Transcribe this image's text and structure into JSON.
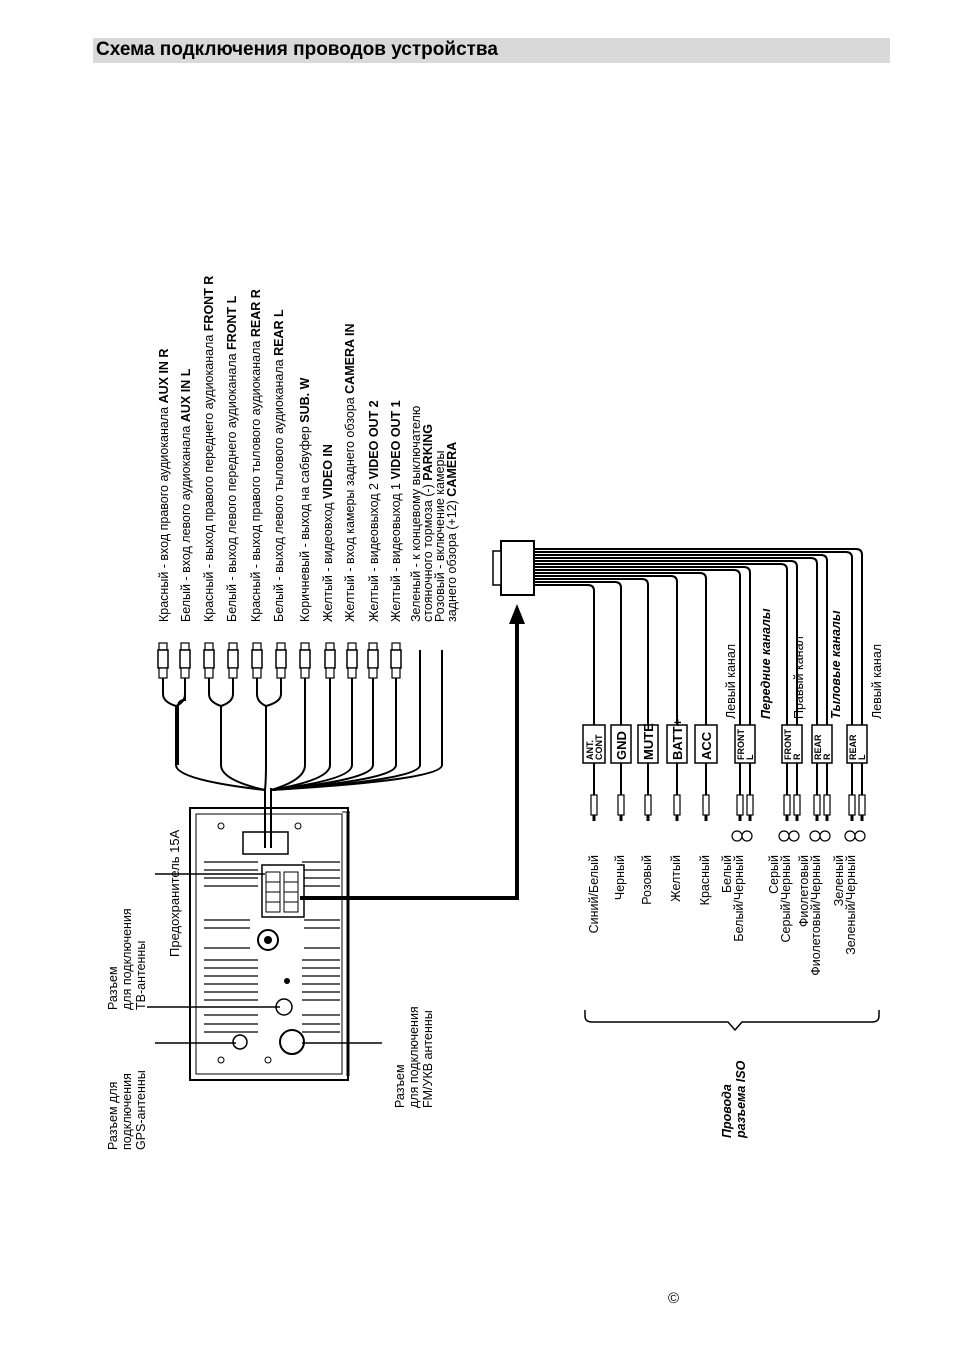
{
  "page_title": "Схема подключения проводов устройства",
  "top_labels": [
    {
      "text": "Красный - вход правого аудиоканала ",
      "bold": "AUX IN R"
    },
    {
      "text": "Белый - вход левого аудиоканала ",
      "bold": "AUX IN L"
    },
    {
      "text": "Красный - выход правого переднего аудиоканала ",
      "bold": "FRONT R"
    },
    {
      "text": "Белый - выход левого переднего аудиоканала ",
      "bold": "FRONT L"
    },
    {
      "text": "Красный - выход правого тылового аудиоканала ",
      "bold": "REAR R"
    },
    {
      "text": "Белый - выход левого тылового аудиоканала ",
      "bold": "REAR L"
    },
    {
      "text": "Коричневый - выход на сабвуфер ",
      "bold": "SUB. W"
    },
    {
      "text": "Желтый - видеовход ",
      "bold": "VIDEO IN"
    },
    {
      "text": "Желтый - вход камеры заднего обзора ",
      "bold": "CAMERA IN"
    },
    {
      "text": "Желтый - видеовыход 2 ",
      "bold": "VIDEO OUT 2"
    },
    {
      "text": "Желтый - видеовыход 1 ",
      "bold": "VIDEO OUT 1"
    },
    {
      "text": "Зеленый - к концевому выключателю",
      "bold": ""
    },
    {
      "text": "стояночного тормоза (-) ",
      "bold": "PARKING"
    },
    {
      "text": "Розовый - включение камеры",
      "bold": ""
    },
    {
      "text": "заднего обзора (+12) ",
      "bold": "CAMERA"
    }
  ],
  "fuse_label": "Предохранитель 15A",
  "tv_antenna_label": [
    "Разъем",
    "для подключения",
    "ТВ-антенны"
  ],
  "gps_antenna_label": [
    "Разъем для",
    "подключения",
    "GPS-антенны"
  ],
  "fm_antenna_label": [
    "Разъем",
    "для подключения",
    "FM/УКВ антенны"
  ],
  "iso_group_label": [
    "Провода",
    "разъема ISO"
  ],
  "iso_wire_colors": [
    [
      "Синий/Белый"
    ],
    [
      "Черный"
    ],
    [
      "Розовый"
    ],
    [
      "Желтый"
    ],
    [
      "Красный"
    ],
    [
      "Белый",
      "Белый/Черный"
    ],
    [
      "Серый",
      "Серый/Черный"
    ],
    [
      "Фиолетовый",
      "Фиолетовый/Черный"
    ],
    [
      "Зеленый",
      "Зеленый/Черный"
    ]
  ],
  "iso_tags": [
    [
      "ANT.",
      "CONT"
    ],
    [
      "GND"
    ],
    [
      "MUTE"
    ],
    [
      "BATT+"
    ],
    [
      "ACC"
    ],
    [
      "FRONT",
      "L"
    ],
    [
      "FRONT",
      "R"
    ],
    [
      "REAR",
      "R"
    ],
    [
      "REAR",
      "L"
    ]
  ],
  "channel_labels": {
    "front_left": "Левый канал",
    "front_group": "Передние каналы",
    "front_right": "Правый канал",
    "rear_group": "Тыловые каналы",
    "rear_left": "Левый канал"
  },
  "copyright": "©"
}
